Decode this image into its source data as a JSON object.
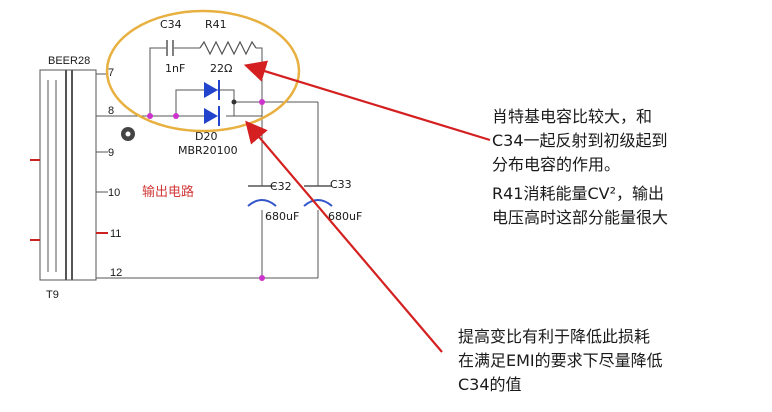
{
  "transformer": {
    "name": "BEER28",
    "ref": "T9",
    "pins": [
      "7",
      "8",
      "9",
      "10",
      "11",
      "12"
    ]
  },
  "components": {
    "c34": {
      "ref": "C34",
      "value": "1nF"
    },
    "r41": {
      "ref": "R41",
      "value": "22Ω"
    },
    "d20": {
      "ref": "D20",
      "part": "MBR20100"
    },
    "c32": {
      "ref": "C32",
      "value": "680uF"
    },
    "c33": {
      "ref": "C33",
      "value": "680uF"
    }
  },
  "section_label": "输出电路",
  "annotations": {
    "top": [
      "肖特基电容比较大，和",
      "C34一起反射到初级起到",
      "分布电容的作用。"
    ],
    "middle": [
      "R41消耗能量CV²，输出",
      "电压高时这部分能量很大"
    ],
    "bottom": [
      "提高变比有利于降低此损耗",
      "在满足EMI的要求下尽量降低",
      "C34的值"
    ]
  },
  "colors": {
    "wire": "#555555",
    "highlight_ellipse": "#e8b040",
    "arrow": "#d42020",
    "diode": "#2244cc",
    "node": "#cc33cc",
    "cap_plate": "#3355cc"
  }
}
